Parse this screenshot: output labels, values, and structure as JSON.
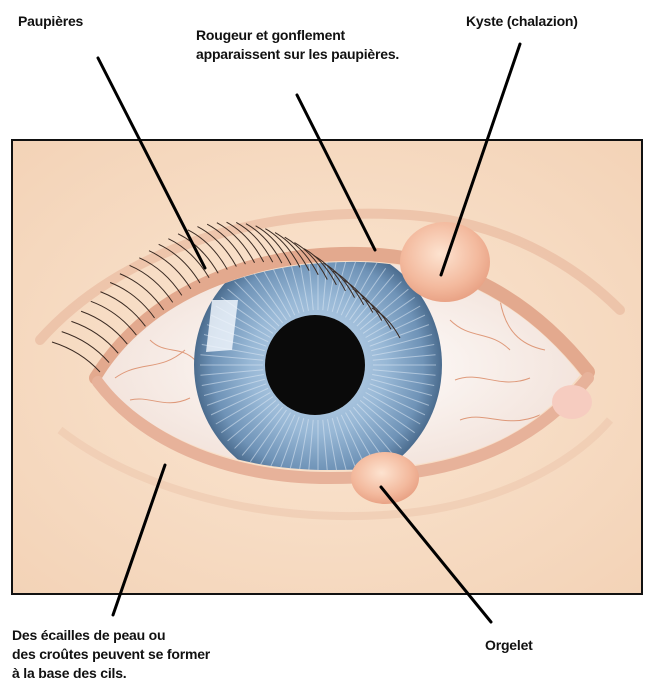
{
  "labels": {
    "eyelids": "Paupières",
    "redness": "Rougeur et gonflement\napparaissent sur les paupières.",
    "cyst": "Kyste (chalazion)",
    "scales": "Des écailles de peau ou\ndes croûtes peuvent se former\nà la base des cils.",
    "stye": "Orgelet"
  },
  "colors": {
    "skin": "#f6dcc4",
    "frame": "#111111",
    "iris": "#8fb0d0",
    "pupil": "#0a0a0a",
    "sclera": "#fbf6f2",
    "inflamed": "#f0b49a"
  }
}
